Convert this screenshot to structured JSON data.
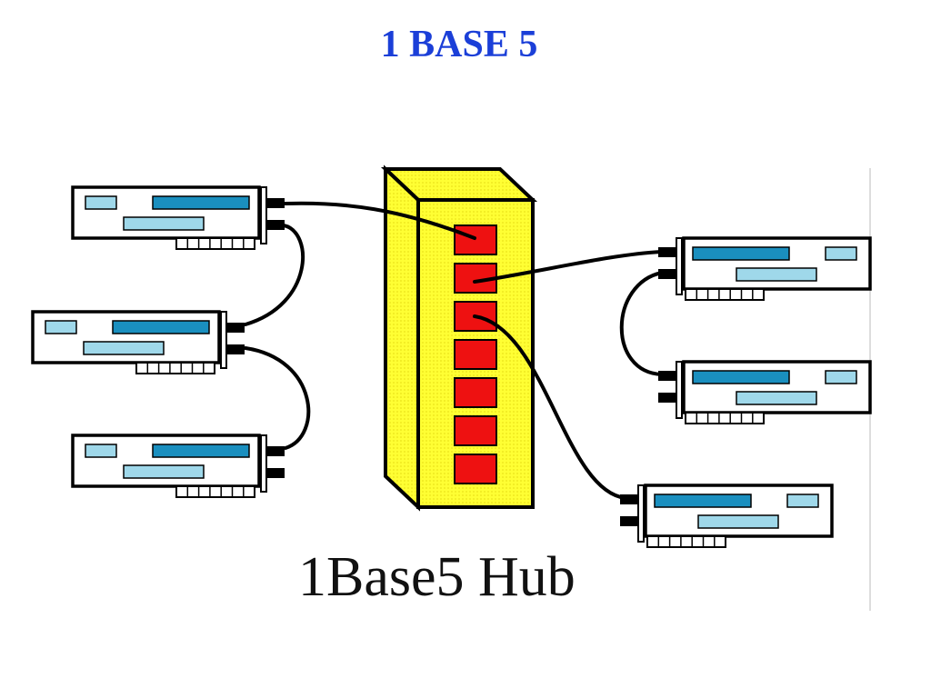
{
  "slide": {
    "title": "1 BASE 5"
  },
  "diagram": {
    "caption": "1Base5 Hub",
    "hub": {
      "port_count": 7,
      "body_color": "#ffff33",
      "port_color": "#ee1111"
    },
    "colors": {
      "card_bar_dark": "#1a8fbf",
      "card_bar_light": "#9fd8ea",
      "line": "#000000"
    },
    "stations": [
      {
        "side": "left",
        "connected_port": 1
      },
      {
        "side": "left",
        "connected_port": null
      },
      {
        "side": "left",
        "connected_port": null
      },
      {
        "side": "right",
        "connected_port": 2
      },
      {
        "side": "right",
        "connected_port": null
      },
      {
        "side": "right",
        "connected_port": 3
      }
    ]
  }
}
